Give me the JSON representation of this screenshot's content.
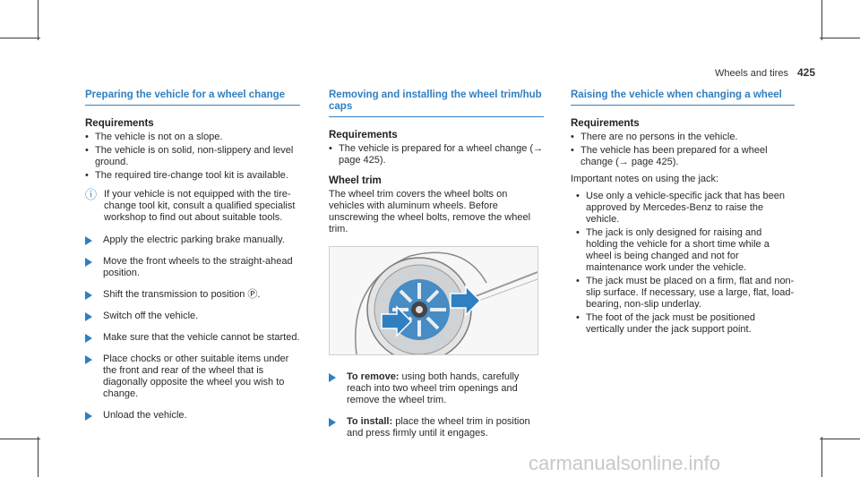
{
  "header": {
    "section": "Wheels and tires",
    "page_number": "425"
  },
  "col1": {
    "title": "Preparing the vehicle for a wheel change",
    "requirements_heading": "Requirements",
    "requirements": [
      "The vehicle is not on a slope.",
      "The vehicle is on solid, non-slippery and level ground.",
      "The required tire-change tool kit is available."
    ],
    "note": "If your vehicle is not equipped with the tire-change tool kit, consult a qualified specialist workshop to find out about suitable tools.",
    "steps": [
      "Apply the electric parking brake manually.",
      "Move the front wheels to the straight-ahead position.",
      "Shift the transmission to position Ⓟ.",
      "Switch off the vehicle.",
      "Make sure that the vehicle cannot be started.",
      "Place chocks or other suitable items under the front and rear of the wheel that is diagonally opposite the wheel you wish to change.",
      "Unload the vehicle."
    ]
  },
  "col2": {
    "title": "Removing and installing the wheel trim/hub caps",
    "requirements_heading": "Requirements",
    "requirements": [
      "The vehicle is prepared for a wheel change (→ page 425)."
    ],
    "subhead": "Wheel trim",
    "intro": "The wheel trim covers the wheel bolts on vehicles with aluminum wheels. Before unscrewing the wheel bolts, remove the wheel trim.",
    "steps": [
      {
        "label": "To remove:",
        "text": "using both hands, carefully reach into two wheel trim openings and remove the wheel trim."
      },
      {
        "label": "To install:",
        "text": "place the wheel trim in position and press firmly until it engages."
      }
    ]
  },
  "col3": {
    "title": "Raising the vehicle when changing a wheel",
    "requirements_heading": "Requirements",
    "requirements": [
      "There are no persons in the vehicle.",
      "The vehicle has been prepared for a wheel change (→ page 425)."
    ],
    "intro": "Important notes on using the jack:",
    "bullets": [
      "Use only a vehicle-specific jack that has been approved by Mercedes-Benz to raise the vehicle.",
      "The jack is only designed for raising and holding the vehicle for a short time while a wheel is being changed and not for maintenance work under the vehicle.",
      "The jack must be placed on a firm, flat and non-slip surface. If necessary, use a large, flat, load-bearing, non-slip underlay.",
      "The foot of the jack must be positioned vertically under the jack support point."
    ]
  },
  "watermark": "carmanualsonline.info",
  "colors": {
    "accent": "#2f7fc1"
  },
  "icons": {
    "note": "info-icon",
    "step": "arrow-right-icon"
  }
}
